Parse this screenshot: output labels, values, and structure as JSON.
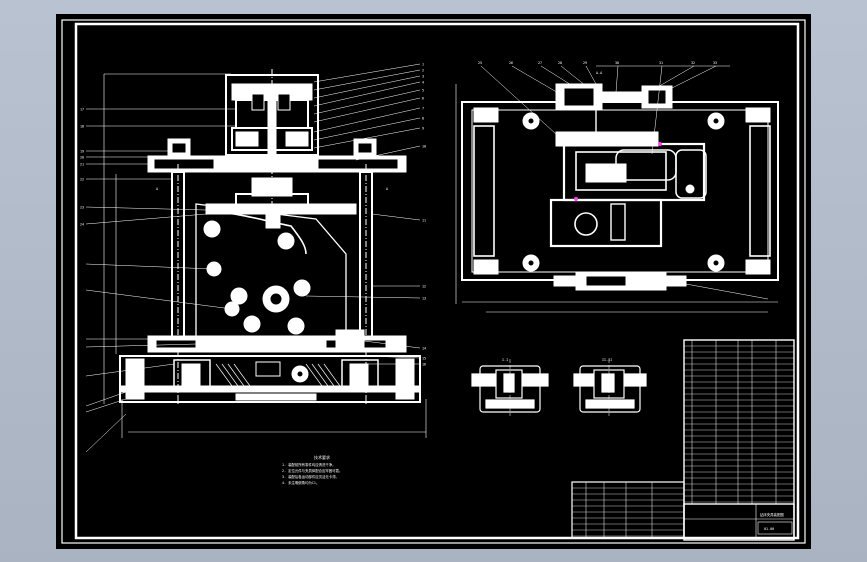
{
  "window": {
    "background_color": "#b3bccb",
    "canvas_color": "#000000"
  },
  "drawing": {
    "stroke_color": "#ffffff",
    "highlight_color": "#ff44ff",
    "front_view": {
      "section_marks": [
        "A",
        "A"
      ],
      "balloon_labels": [
        "1",
        "2",
        "3",
        "4",
        "5",
        "6",
        "7",
        "8",
        "9",
        "10",
        "11",
        "12",
        "13",
        "14",
        "15",
        "16",
        "17",
        "18",
        "19",
        "20",
        "21",
        "22",
        "23",
        "24"
      ]
    },
    "plan_view": {
      "section_label": "A-A",
      "balloon_labels": [
        "25",
        "26",
        "27",
        "28",
        "29",
        "30",
        "31",
        "32",
        "33"
      ]
    },
    "detail_views": [
      {
        "label": "I-I"
      },
      {
        "label": "II-II"
      }
    ],
    "notes": {
      "title": "技术要求",
      "lines": [
        "1. 装配前所有零件均应清洗干净。",
        "2. 定位元件与夹具体配合应牢固可靠。",
        "3. 装配后各运动部件应灵活无卡滞。",
        "4. 未注明倒角均为C1。"
      ]
    },
    "title_block": {
      "title": "钻床夹具装配图",
      "drawing_no": "01-00"
    }
  }
}
